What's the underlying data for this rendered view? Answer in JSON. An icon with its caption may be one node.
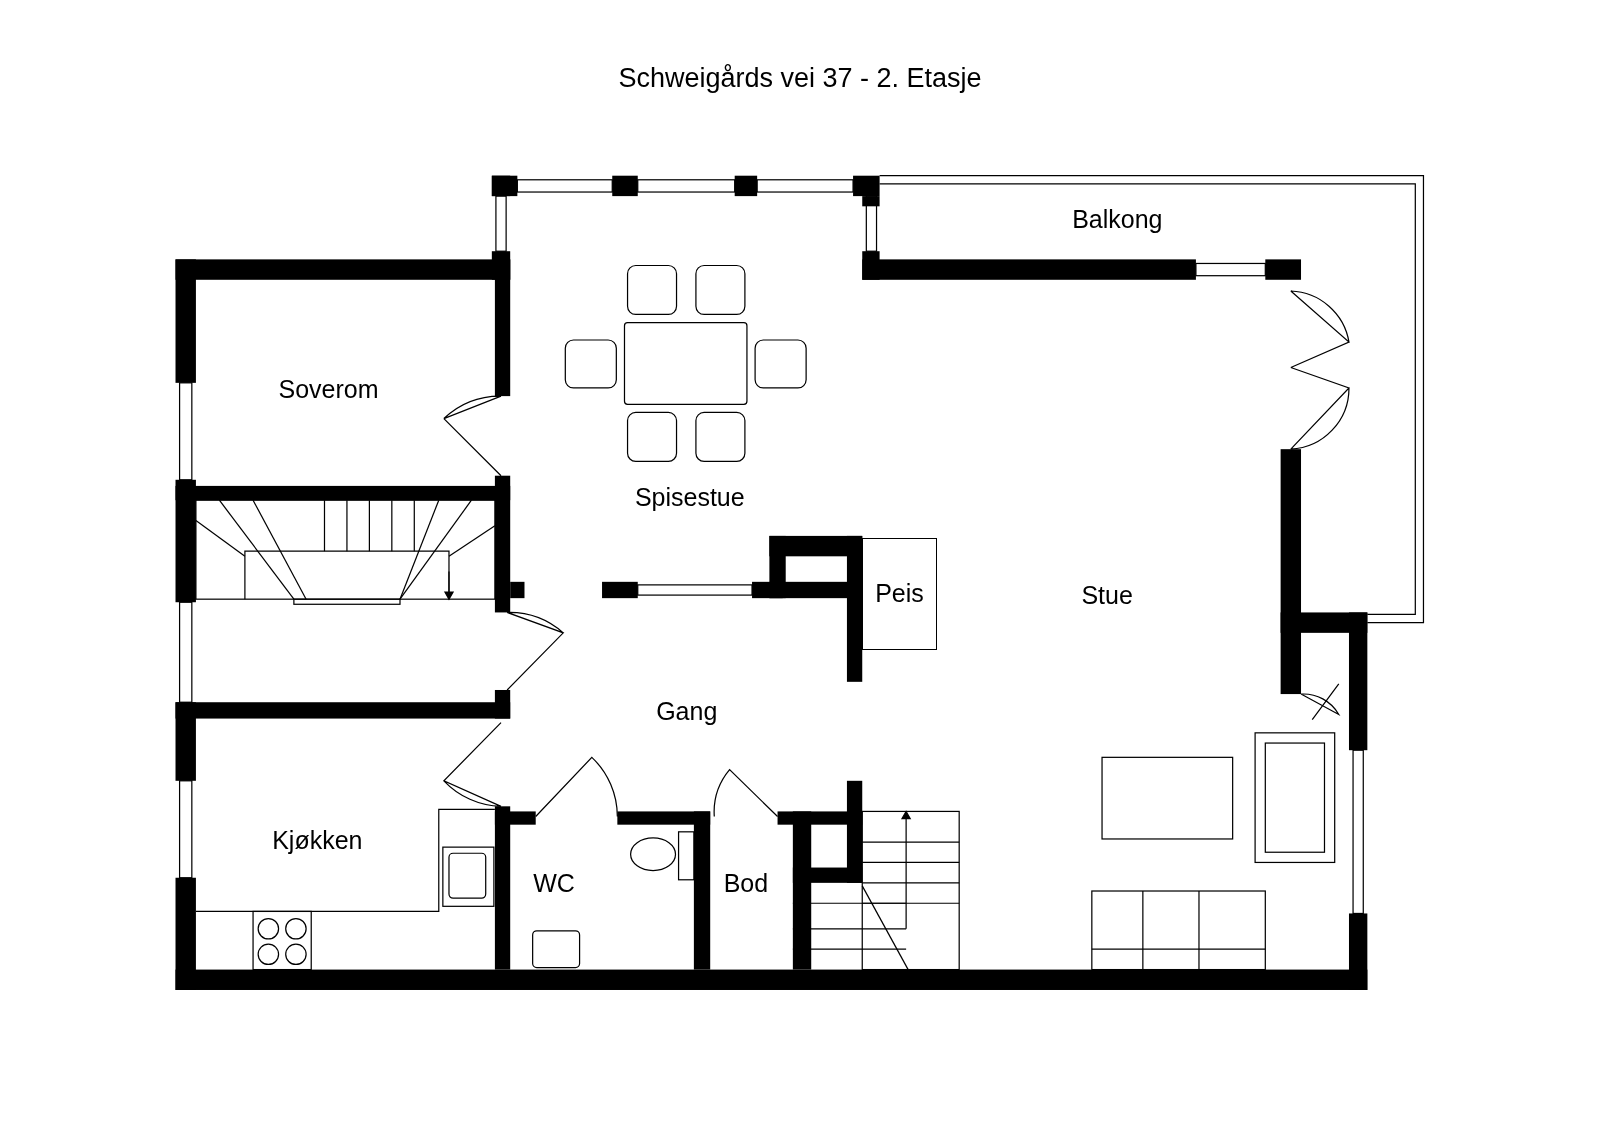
{
  "diagram": {
    "title": "Schweigårds vei 37 - 2. Etasje",
    "nodes": [
      {
        "text": [
          "Peis"
        ]
      }
    ],
    "labels": [
      "Balkong",
      "Soverom",
      "Spisestue",
      "Stue",
      "Gang",
      "Kjøkken",
      "WC",
      "Bod"
    ]
  }
}
